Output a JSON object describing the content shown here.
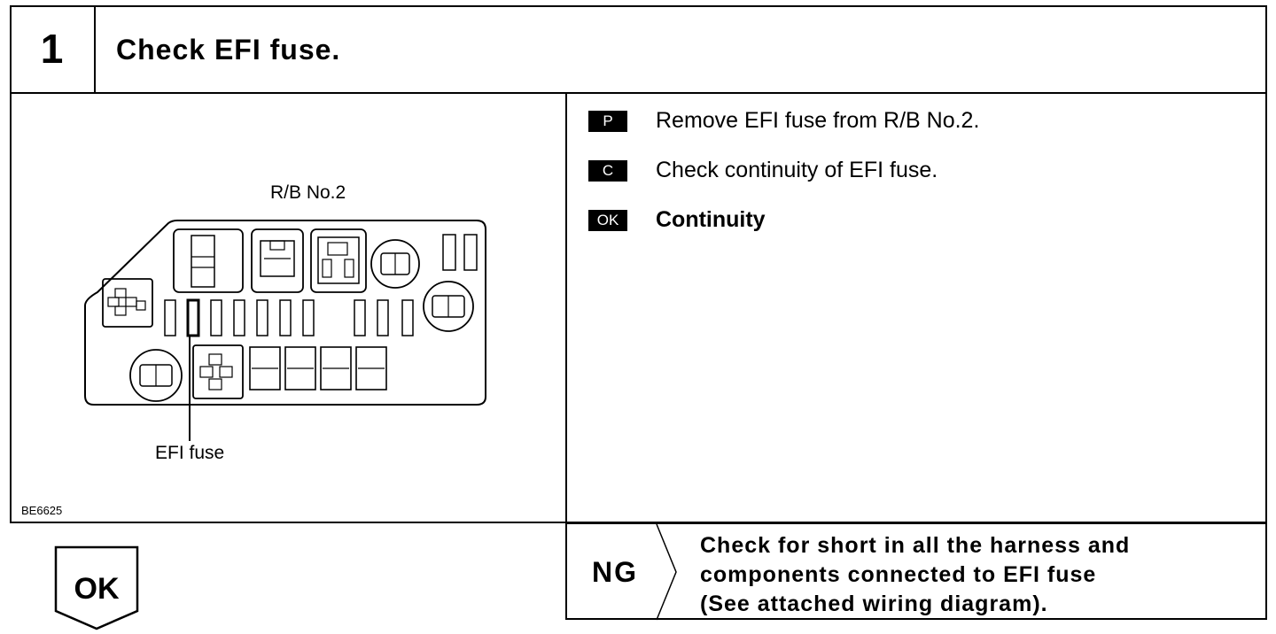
{
  "step": {
    "number": "1",
    "title": "Check EFI fuse."
  },
  "figure": {
    "box_label": "R/B No.2",
    "callout": "EFI fuse",
    "code": "BE6625"
  },
  "instructions": [
    {
      "badge": "P",
      "text": "Remove EFI fuse from R/B No.2."
    },
    {
      "badge": "C",
      "text": "Check continuity of EFI fuse."
    },
    {
      "badge": "OK",
      "text": "Continuity"
    }
  ],
  "ok_marker": "OK",
  "ng": {
    "label": "NG",
    "lines": [
      "Check for short in all the harness and",
      "components connected to EFI fuse",
      "(See attached wiring diagram)."
    ]
  }
}
